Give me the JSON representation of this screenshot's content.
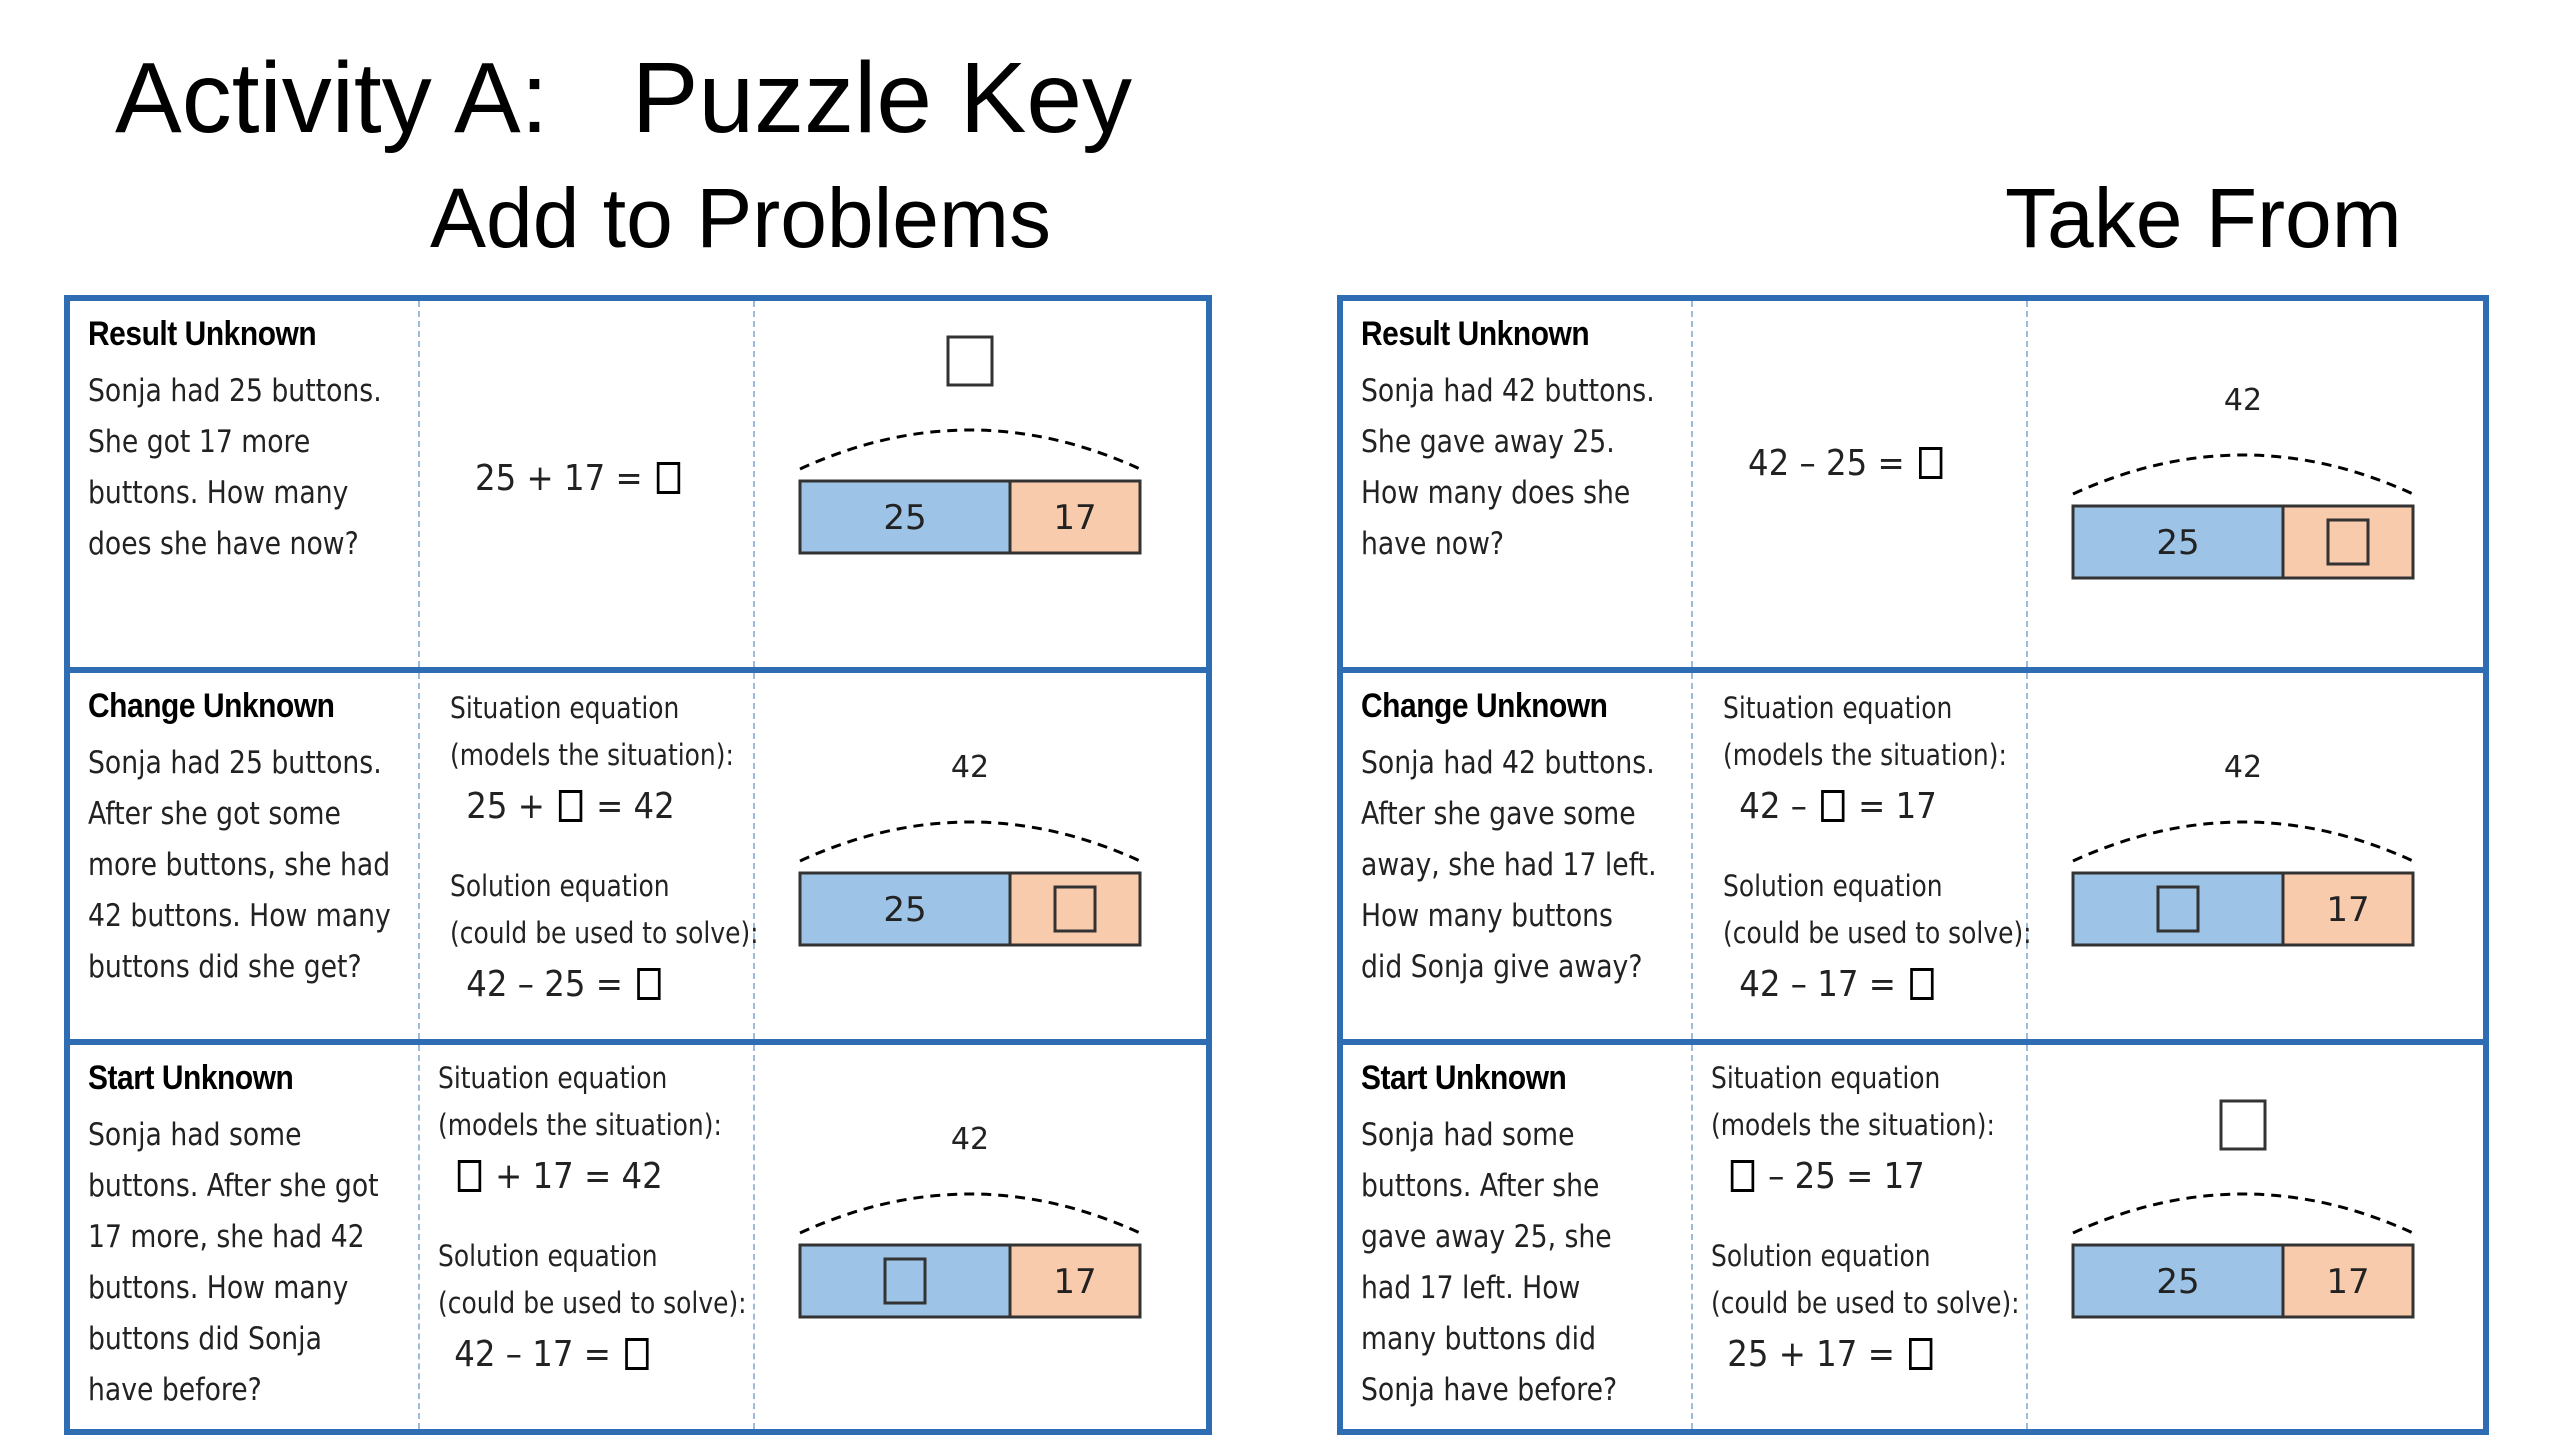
{
  "title": "Activity A:   Puzzle Key",
  "headings": {
    "left": "Add to Problems",
    "right": "Take From"
  },
  "add": {
    "result": {
      "title": "Result Unknown",
      "story": [
        "Sonja had 25 buttons.",
        "She got 17 more",
        "buttons. How many",
        "does she have now?"
      ],
      "equation": "25 + 17 = ",
      "bar": {
        "top": "",
        "left": "25",
        "right": "17",
        "unknown": "top"
      }
    },
    "change": {
      "title": "Change Unknown",
      "story": [
        "Sonja had 25 buttons.",
        "After she got some",
        "more buttons, she had",
        "42 buttons. How many",
        "buttons did she get?"
      ],
      "situation_label": [
        "Situation equation",
        "(models the situation):"
      ],
      "situation_pre": "25 + ",
      "situation_post": " = 42",
      "solution_label": [
        "Solution equation",
        "(could be used to solve):"
      ],
      "solution": "42 – 25 = ",
      "bar": {
        "top": "42",
        "left": "25",
        "right": "",
        "unknown": "right"
      }
    },
    "start": {
      "title": "Start Unknown",
      "story": [
        "Sonja had some",
        "buttons. After she got",
        "17 more, she had 42",
        "buttons. How many",
        "buttons did Sonja",
        "have before?"
      ],
      "situation_label": [
        "Situation equation",
        "(models the situation):"
      ],
      "situation_pre": "",
      "situation_post": " + 17 = 42",
      "solution_label": [
        "Solution equation",
        "(could be used to solve):"
      ],
      "solution": "42 – 17 = ",
      "bar": {
        "top": "42",
        "left": "",
        "right": "17",
        "unknown": "left"
      }
    }
  },
  "take": {
    "result": {
      "title": "Result Unknown",
      "story": [
        "Sonja had 42 buttons.",
        "She gave away 25.",
        "How many does she",
        "have now?"
      ],
      "equation": "42 – 25 = ",
      "bar": {
        "top": "42",
        "left": "25",
        "right": "",
        "unknown": "right"
      }
    },
    "change": {
      "title": "Change Unknown",
      "story": [
        "Sonja had 42 buttons.",
        "After she gave some",
        "away, she had 17 left.",
        "How many buttons",
        "did Sonja give away?"
      ],
      "situation_label": [
        "Situation equation",
        "(models the situation):"
      ],
      "situation_pre": "42 – ",
      "situation_post": " = 17",
      "solution_label": [
        "Solution equation",
        "(could be used to solve):"
      ],
      "solution": "42 – 17 = ",
      "bar": {
        "top": "42",
        "left": "",
        "right": "17",
        "unknown": "left"
      }
    },
    "start": {
      "title": "Start Unknown",
      "story": [
        "Sonja had some",
        "buttons. After she",
        "gave away 25, she",
        "had 17 left. How",
        "many buttons did",
        "Sonja have before?"
      ],
      "situation_label": [
        "Situation equation",
        "(models the situation):"
      ],
      "situation_pre": "",
      "situation_post": " – 25 = 17",
      "solution_label": [
        "Solution equation",
        "(could be used to solve):"
      ],
      "solution": "25 + 17 = ",
      "bar": {
        "top": "",
        "left": "25",
        "right": "17",
        "unknown": "top"
      }
    }
  },
  "colors": {
    "border": "#2e6db4",
    "bar_blue": "#9dc3e6",
    "bar_orange": "#f8cbad"
  }
}
